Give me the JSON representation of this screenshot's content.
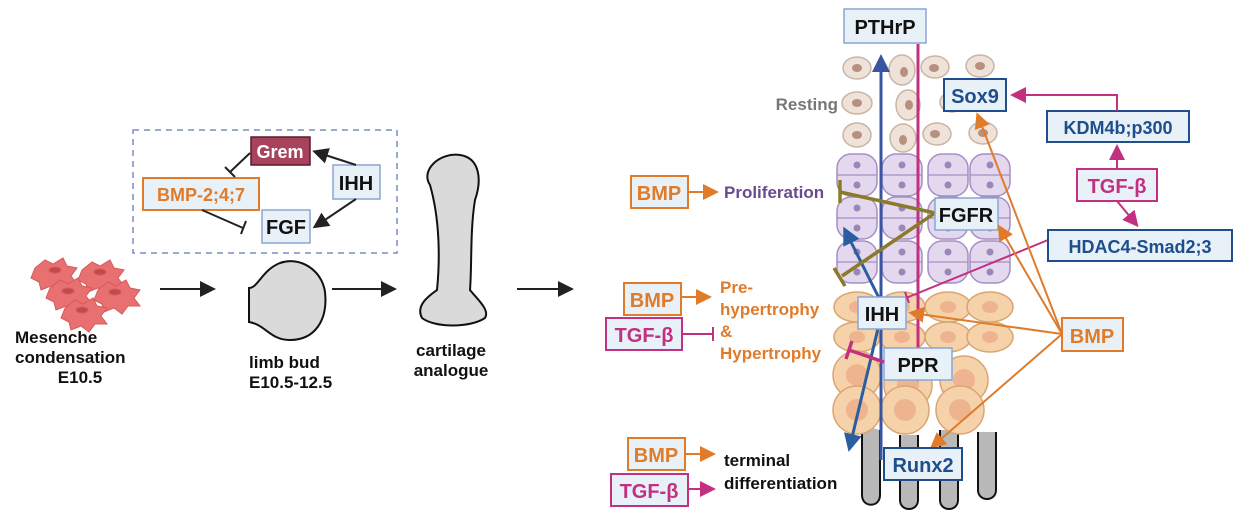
{
  "colors": {
    "bmp": "#e07b2a",
    "tgf": "#c2307f",
    "blue": "#1f4e8c",
    "dark": "#111111",
    "fgfr_arm": "#8b7a2a",
    "grem_fill": "#a8435e",
    "box_fill": "#e8f1f8",
    "proliferation": "#6a4a8e",
    "resting": "#777777",
    "arrow_blue": "#2a5ea0"
  },
  "left_panel": {
    "inset": {
      "grem": "Grem",
      "bmp": "BMP-2;4;7",
      "ihh": "IHH",
      "fgf": "FGF"
    },
    "stages": [
      {
        "lines": [
          "Mesenche",
          "condensation",
          "E10.5"
        ]
      },
      {
        "lines": [
          "limb bud",
          "E10.5-12.5"
        ]
      },
      {
        "lines": [
          "cartilage",
          "analogue"
        ]
      }
    ]
  },
  "growth_plate": {
    "pthrp": "PTHrP",
    "resting": "Resting",
    "sox9": "Sox9",
    "kdm": "KDM4b;p300",
    "tgf_right": "TGF-β",
    "hdac": "HDAC4-Smad2;3",
    "fgfr": "FGFR",
    "ihh": "IHH",
    "ppr": "PPR",
    "bmp_right": "BMP",
    "runx2": "Runx2",
    "proliferation": {
      "bmp": "BMP",
      "label": "Proliferation"
    },
    "hypertrophy": {
      "bmp": "BMP",
      "tgf": "TGF-β",
      "lines": [
        "Pre-",
        "hypertrophy",
        "&",
        "Hypertrophy"
      ]
    },
    "terminal": {
      "bmp": "BMP",
      "tgf": "TGF-β",
      "lines": [
        "terminal",
        "differentiation"
      ]
    }
  }
}
